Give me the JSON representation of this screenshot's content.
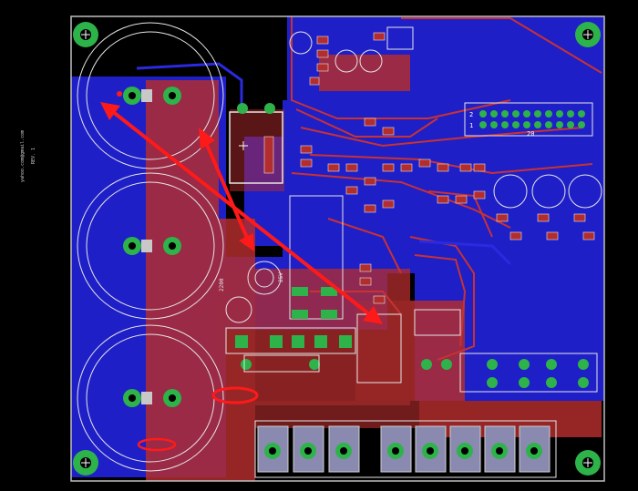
{
  "board": {
    "background": "#000000",
    "outline_color": "#bfbfbf",
    "top_copper": "#b22d2d",
    "bottom_copper": "#1f1fc8",
    "pad_color": "#2db34a",
    "silkscreen": "#e6e6e6",
    "annotation": "#ff1a1a"
  },
  "vertical_text": {
    "line1": "yahoo.com@gmail.com",
    "line2": "REV. 1"
  },
  "header_labels": {
    "pin_2": "2",
    "pin_1": "1",
    "pin_20": "20"
  },
  "cap_labels": {
    "c_big_left": "2200",
    "c_big_right": "25V"
  },
  "icons": [
    "mounting-hole-icon",
    "capacitor-icon",
    "arrow-icon",
    "ellipse-marker-icon"
  ]
}
